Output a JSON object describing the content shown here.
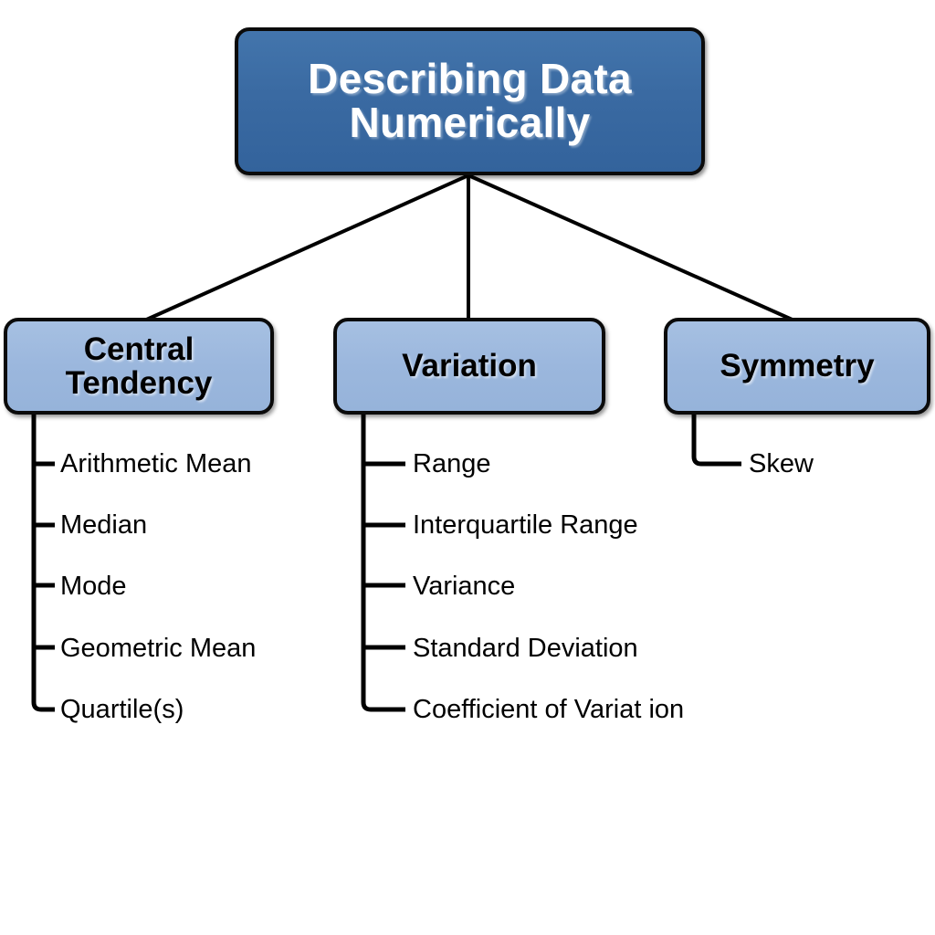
{
  "diagram": {
    "title": "Describing Data Numerically",
    "type": "tree-hierarchy",
    "root": {
      "label": "Describing Data\nNumerically",
      "fill_color": "#3a6aa5",
      "text_color": "#ffffff"
    },
    "branch_fill_color": "#9cb8dd",
    "branch_text_color": "#000000",
    "connector_color": "#000000",
    "background_color": "#ffffff",
    "branches": [
      {
        "label": "Central\nTendency",
        "name": "central-tendency",
        "leaves": [
          "Arithmetic Mean",
          "Median",
          "Mode",
          "Geometric Mean",
          "Quartile(s)"
        ]
      },
      {
        "label": "Variation",
        "name": "variation",
        "leaves": [
          "Range",
          "Interquartile Range",
          "Variance",
          "Standard Deviation",
          "Coefficient of Variat ion"
        ]
      },
      {
        "label": "Symmetry",
        "name": "symmetry",
        "leaves": [
          "Skew"
        ]
      }
    ]
  }
}
